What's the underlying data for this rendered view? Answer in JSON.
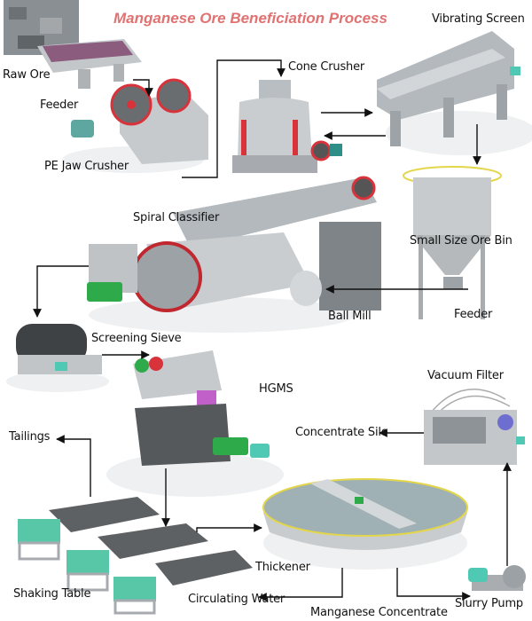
{
  "title": "Manganese Ore Beneficiation Process",
  "colors": {
    "title": "#e07272",
    "arrow": "#111111",
    "steel": "#b9bec2",
    "dark_steel": "#5e6163",
    "motor": "#4fc9b4",
    "red_accent": "#d8333a",
    "rail_yellow": "#e3d64a",
    "green_gear": "#2faa4b",
    "purple_accent": "#c060c8"
  },
  "labels": {
    "raw_ore": "Raw Ore",
    "feeder_1": "Feeder",
    "pe_jaw_crusher": "PE Jaw Crusher",
    "cone_crusher": "Cone Crusher",
    "vibrating_screen": "Vibrating Screen",
    "small_size_ore_bin": "Small Size Ore Bin",
    "spiral_classifier": "Spiral Classifier",
    "ball_mill": "Ball Mill",
    "feeder_2": "Feeder",
    "screening_sieve": "Screening Sieve",
    "hgms": "HGMS",
    "vacuum_filter": "Vacuum Filter",
    "tailings": "Tailings",
    "concentrate_silo": "Concentrate Silo",
    "thickener": "Thickener",
    "shaking_table": "Shaking Table",
    "circulating_water": "Circulating Water",
    "slurry_pump": "Slurry Pump",
    "manganese_concentrate": "Manganese Concentrate"
  },
  "flows": [
    {
      "from": "Feeder",
      "to": "PE Jaw Crusher"
    },
    {
      "from": "PE Jaw Crusher",
      "to": "Cone Crusher"
    },
    {
      "from": "Cone Crusher",
      "to": "Vibrating Screen"
    },
    {
      "from": "Vibrating Screen",
      "to": "Cone Crusher"
    },
    {
      "from": "Vibrating Screen",
      "to": "Small Size Ore Bin"
    },
    {
      "from": "Feeder",
      "to": "Ball Mill"
    },
    {
      "from": "Spiral Classifier",
      "to": "Screening Sieve"
    },
    {
      "from": "Screening Sieve",
      "to": "HGMS"
    },
    {
      "from": "HGMS",
      "to": "Shaking Table"
    },
    {
      "from": "Shaking Table",
      "to": "Tailings"
    },
    {
      "from": "Shaking Table",
      "to": "Thickener"
    },
    {
      "from": "Thickener",
      "to": "Circulating Water"
    },
    {
      "from": "Thickener",
      "to": "Slurry Pump"
    },
    {
      "from": "Slurry Pump",
      "to": "Vacuum Filter"
    },
    {
      "from": "Vacuum Filter",
      "to": "Concentrate Silo"
    }
  ]
}
